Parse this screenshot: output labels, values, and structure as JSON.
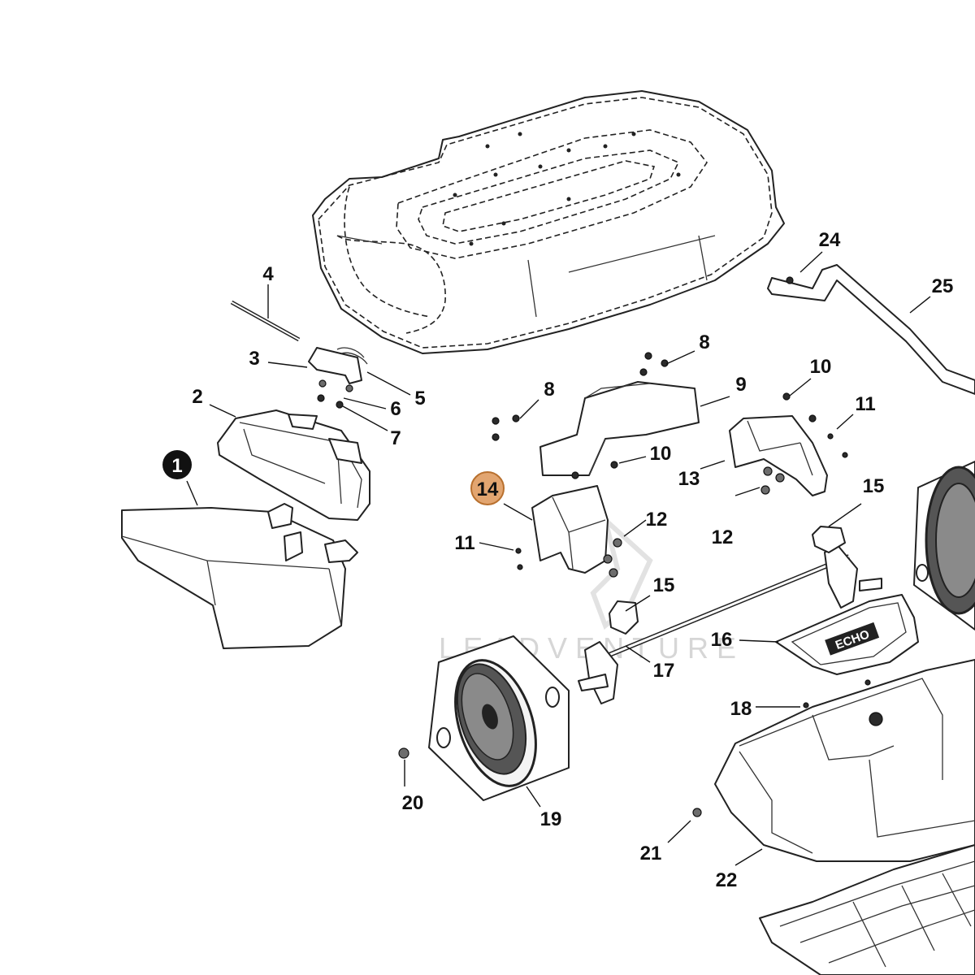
{
  "watermark": "LEADVENTURE",
  "brand_logo": "ECHO",
  "highlight_color": "#e2a570",
  "callouts": [
    {
      "id": "callout-1",
      "label": "1",
      "style": "black-circle"
    },
    {
      "id": "callout-2",
      "label": "2"
    },
    {
      "id": "callout-3",
      "label": "3"
    },
    {
      "id": "callout-4",
      "label": "4"
    },
    {
      "id": "callout-5",
      "label": "5"
    },
    {
      "id": "callout-6",
      "label": "6"
    },
    {
      "id": "callout-7",
      "label": "7"
    },
    {
      "id": "callout-8a",
      "label": "8"
    },
    {
      "id": "callout-8b",
      "label": "8"
    },
    {
      "id": "callout-9",
      "label": "9"
    },
    {
      "id": "callout-10a",
      "label": "10"
    },
    {
      "id": "callout-10b",
      "label": "10"
    },
    {
      "id": "callout-11a",
      "label": "11"
    },
    {
      "id": "callout-11b",
      "label": "11"
    },
    {
      "id": "callout-12a",
      "label": "12"
    },
    {
      "id": "callout-12b",
      "label": "12"
    },
    {
      "id": "callout-13",
      "label": "13"
    },
    {
      "id": "callout-14",
      "label": "14",
      "style": "highlighted"
    },
    {
      "id": "callout-15a",
      "label": "15"
    },
    {
      "id": "callout-15b",
      "label": "15"
    },
    {
      "id": "callout-16",
      "label": "16"
    },
    {
      "id": "callout-17",
      "label": "17"
    },
    {
      "id": "callout-18",
      "label": "18"
    },
    {
      "id": "callout-19",
      "label": "19"
    },
    {
      "id": "callout-20",
      "label": "20"
    },
    {
      "id": "callout-21",
      "label": "21"
    },
    {
      "id": "callout-22",
      "label": "22"
    },
    {
      "id": "callout-24",
      "label": "24"
    },
    {
      "id": "callout-25",
      "label": "25"
    }
  ]
}
